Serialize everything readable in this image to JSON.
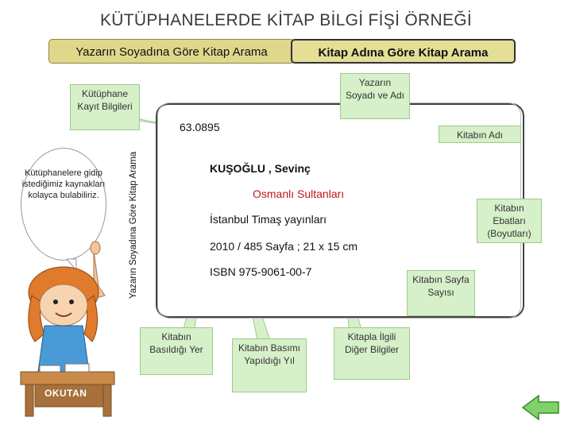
{
  "title": "KÜTÜPHANELERDE KİTAP BİLGİ FİŞİ ÖRNEĞİ",
  "tabs": {
    "author_search": "Yazarın Soyadına Göre Kitap Arama",
    "title_search": "Kitap Adına Göre Kitap Arama"
  },
  "card": {
    "call_number": "63.0895",
    "author": "KUŞOĞLU , Sevinç",
    "book_title": "Osmanlı Sultanları",
    "publisher": "İstanbul Timaş yayınları",
    "year_pages": "2010 / 485 Sayfa ; 21 x 15 cm",
    "isbn": "ISBN 975-9061-00-7"
  },
  "side_label": "Yazarın Soyadına Göre Kitap Arama",
  "callouts": {
    "library_record": "Kütüphane Kayıt Bilgileri",
    "author_name": "Yazarın Soyadı ve Adı",
    "book_name": "Kitabın Adı",
    "dimensions": "Kitabın Ebatları (Boyutları)",
    "page_count": "Kitabın Sayfa Sayısı",
    "printed_place": "Kitabın Basıldığı Yer",
    "print_year": "Kitabın Basımı Yapıldığı Yıl",
    "other_info": "Kitapla İlgili Diğer Bilgiler"
  },
  "bubble": "Kütüphanelere gidip istediğimiz kaynakları kolayca bulabiliriz.",
  "character_sign": "OKUTAN",
  "nav": {
    "back_icon": "left-arrow-icon",
    "arrow_color": "#7fd16a"
  },
  "colors": {
    "tab_bg": "#dfd78a",
    "callout_bg": "#d6f0c9",
    "book_title_color": "#c01818"
  }
}
